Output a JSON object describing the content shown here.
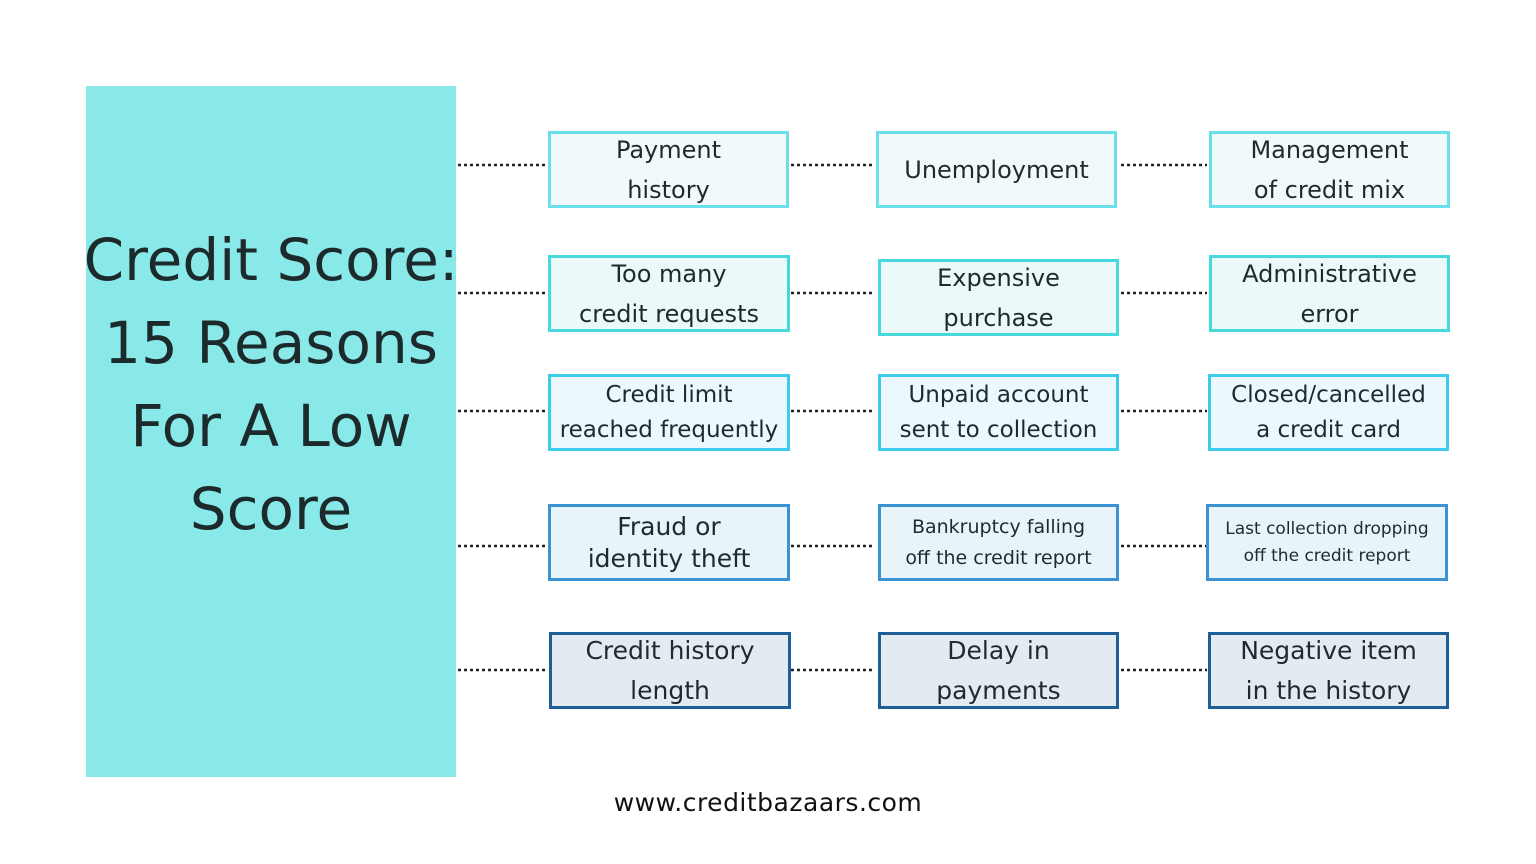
{
  "title": {
    "line1": "Credit Score:",
    "line2": "15 Reasons",
    "line3": "For A Low",
    "line4": "Score"
  },
  "rows": [
    [
      {
        "line1": "Payment",
        "line2": "history"
      },
      {
        "line1": "Unemployment",
        "line2": ""
      },
      {
        "line1": "Management",
        "line2": "of credit mix"
      }
    ],
    [
      {
        "line1": "Too many",
        "line2": "credit requests"
      },
      {
        "line1": "Expensive",
        "line2": "purchase"
      },
      {
        "line1": "Administrative",
        "line2": "error"
      }
    ],
    [
      {
        "line1": "Credit limit",
        "line2": "reached frequently"
      },
      {
        "line1": "Unpaid account",
        "line2": "sent to collection"
      },
      {
        "line1": "Closed/cancelled",
        "line2": "a credit card"
      }
    ],
    [
      {
        "line1": "Fraud or",
        "line2": "identity theft"
      },
      {
        "line1": "Bankruptcy falling",
        "line2": "off the credit report"
      },
      {
        "line1": "Last collection dropping",
        "line2": "off the credit report"
      }
    ],
    [
      {
        "line1": "Credit history",
        "line2": "length"
      },
      {
        "line1": "Delay in",
        "line2": "payments"
      },
      {
        "line1": "Negative item",
        "line2": "in the history"
      }
    ]
  ],
  "footer": "www.creditbazaars.com",
  "colors": {
    "title_panel": "#89e9e9",
    "row1_border": "#6ce0ea",
    "row2_border": "#46d8dc",
    "row3_border": "#3ccbea",
    "row4_border": "#3b93d4",
    "row5_border": "#1e5f98"
  }
}
